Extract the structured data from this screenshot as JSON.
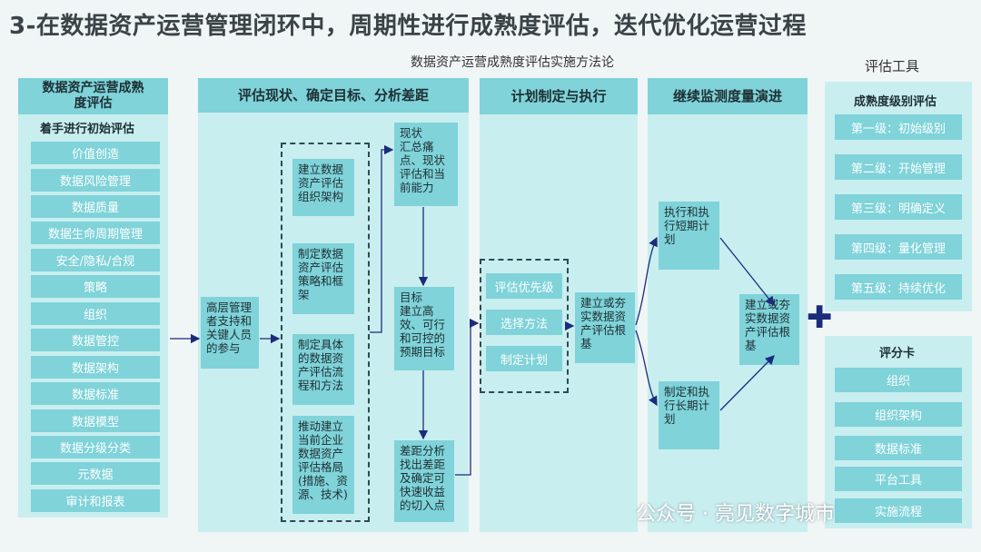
{
  "title": "3-在数据资产运营管理闭环中，周期性进行成熟度评估，迭代优化运营过程",
  "subtitle": "数据资产运营成熟度评估实施方法论",
  "left_panel": {
    "header": "数据资产运营成熟度评估",
    "subheader": "着手进行初始评估",
    "items": [
      "价值创造",
      "数据风险管理",
      "数据质量",
      "数据生命周期管理",
      "安全/隐私/合规",
      "策略",
      "组织",
      "数据管控",
      "数据架构",
      "数据标准",
      "数据模型",
      "数据分级分类",
      "元数据",
      "审计和报表"
    ]
  },
  "stage1": {
    "header": "评估现状、确定目标、分析差距",
    "intro": "高层管理者支持和关键人员的参与",
    "steps": [
      "建立数据资产评估组织架构",
      "制定数据资产评估策略和框架",
      "制定具体的数据资产评估流程和方法",
      "推动建立当前企业数据资产评估格局(措施、资源、技术)"
    ],
    "status": "现状\n汇总痛点、现状评估和当前能力",
    "target": "目标\n建立高效、可行和可控的预期目标",
    "gap": "差距分析\n找出差距及确定可快速收益的切入点"
  },
  "stage2": {
    "header": "计划制定与执行",
    "items": [
      "评估优先级",
      "选择方法",
      "制定计划"
    ],
    "result": "建立或夯实数据资产评估根基"
  },
  "stage3": {
    "header": "继续监测度量演进",
    "short": "执行和执行短期计划",
    "long": "制定和执行长期计划",
    "result": "建立或夯实数据资产评估根基"
  },
  "tools": {
    "title": "评估工具",
    "maturity_title": "成熟度级别评估",
    "levels": [
      "第一级：初始级别",
      "第二级：开始管理",
      "第三级：明确定义",
      "第四级：量化管理",
      "第五级：持续优化"
    ],
    "scorecard_title": "评分卡",
    "scorecard": [
      "组织",
      "组织架构",
      "数据标准",
      "平台工具",
      "实施流程"
    ]
  },
  "plus": "✚",
  "watermark": "公众号 · 亮见数字城市"
}
